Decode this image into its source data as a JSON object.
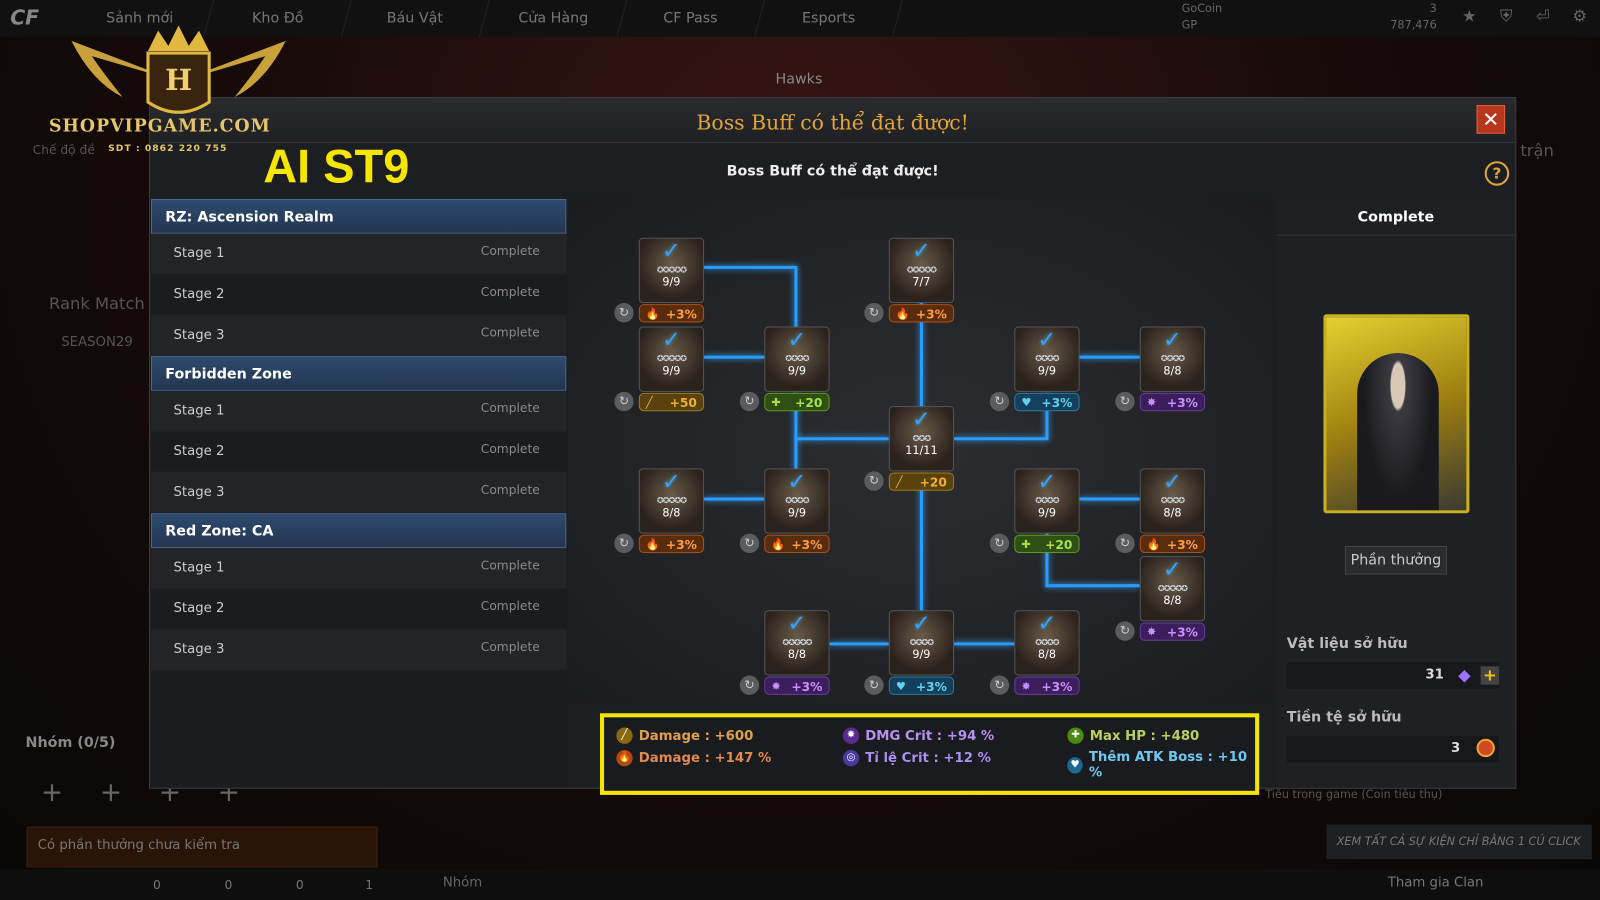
{
  "topnav": {
    "logo": "CF",
    "tabs": [
      "Sảnh mới",
      "Kho Đồ",
      "Báu Vật",
      "Cửa Hàng",
      "CF Pass",
      "Esports"
    ],
    "currency": [
      {
        "label": "GoCoin",
        "value": "3"
      },
      {
        "label": "GP",
        "value": "787,476"
      }
    ]
  },
  "watermark": {
    "site": "SHOPVIPGAME.COM",
    "phone": "SDT : 0862 220 755",
    "overlay": "AI ST9",
    "logo_letter": "H"
  },
  "background": {
    "hawks": "Hawks",
    "mode": "Chế độ đề",
    "rank": "Rank Match",
    "season": "SEASON29",
    "group": "Nhóm (0/5)",
    "reward_notice": "Có phần thưởng chưa kiểm tra",
    "event_banner": "XEM TẤT CẢ SỰ KIỆN CHỈ BẰNG 1 CÚ CLICK",
    "join_clan": "Tham gia Clan",
    "tran": "trận",
    "coin_note": "Tiêu trong game (Coin tiêu thụ)",
    "bottom_group": "Nhóm"
  },
  "modal": {
    "title": "Boss Buff có thể đạt được!",
    "subtitle": "Boss Buff có thể đạt được!",
    "close": "✕",
    "help": "?"
  },
  "groups": [
    {
      "name": "RZ: Ascension Realm",
      "stages": [
        {
          "label": "Stage 1",
          "status": "Complete"
        },
        {
          "label": "Stage 2",
          "status": "Complete"
        },
        {
          "label": "Stage 3",
          "status": "Complete"
        }
      ]
    },
    {
      "name": "Forbidden Zone",
      "stages": [
        {
          "label": "Stage 1",
          "status": "Complete"
        },
        {
          "label": "Stage 2",
          "status": "Complete"
        },
        {
          "label": "Stage 3",
          "status": "Complete"
        }
      ]
    },
    {
      "name": "Red Zone: CA",
      "stages": [
        {
          "label": "Stage 1",
          "status": "Complete"
        },
        {
          "label": "Stage 2",
          "status": "Complete"
        },
        {
          "label": "Stage 3",
          "status": "Complete"
        }
      ]
    }
  ],
  "nodes": [
    {
      "count": "9/9",
      "stars": 5,
      "type": "fire",
      "buff": "+3%"
    },
    {
      "count": "7/7",
      "stars": 5,
      "type": "fire",
      "buff": "+3%"
    },
    {
      "count": "9/9",
      "stars": 5,
      "type": "rifle",
      "buff": "+50"
    },
    {
      "count": "9/9",
      "stars": 4,
      "type": "hp",
      "buff": "+20"
    },
    {
      "count": "9/9",
      "stars": 4,
      "type": "boss",
      "buff": "+3%"
    },
    {
      "count": "8/8",
      "stars": 4,
      "type": "crit",
      "buff": "+3%"
    },
    {
      "count": "11/11",
      "stars": 3,
      "type": "rifle",
      "buff": "+20"
    },
    {
      "count": "8/8",
      "stars": 5,
      "type": "fire",
      "buff": "+3%"
    },
    {
      "count": "9/9",
      "stars": 4,
      "type": "fire",
      "buff": "+3%"
    },
    {
      "count": "9/9",
      "stars": 4,
      "type": "hp",
      "buff": "+20"
    },
    {
      "count": "8/8",
      "stars": 4,
      "type": "fire",
      "buff": "+3%"
    },
    {
      "count": "8/8",
      "stars": 5,
      "type": "crit",
      "buff": "+3%"
    },
    {
      "count": "8/8",
      "stars": 5,
      "type": "crit",
      "buff": "+3%"
    },
    {
      "count": "9/9",
      "stars": 4,
      "type": "boss",
      "buff": "+3%"
    },
    {
      "count": "8/8",
      "stars": 4,
      "type": "crit",
      "buff": "+3%"
    }
  ],
  "summary": [
    {
      "label": "Damage : +600",
      "type": "rifle",
      "color": "#e0a050"
    },
    {
      "label": "Damage : +147 %",
      "type": "fire",
      "color": "#e08a50"
    },
    {
      "label": "DMG Crit : +94 %",
      "type": "crit",
      "color": "#b890f0"
    },
    {
      "label": "Tỉ lệ Crit : +12 %",
      "type": "critrate",
      "color": "#a890f0"
    },
    {
      "label": "Max HP : +480",
      "type": "hp",
      "color": "#b8d060"
    },
    {
      "label": "Thêm ATK Boss : +10 %",
      "type": "boss",
      "color": "#70c8f0"
    }
  ],
  "right": {
    "header": "Complete",
    "reward_button": "Phần thưởng",
    "materials_label": "Vật liệu sở hữu",
    "materials_value": "31",
    "currency_label": "Tiền tệ sở hữu",
    "currency_value": "3"
  },
  "bottombar": {
    "values": [
      "0",
      "0",
      "0",
      "1"
    ]
  }
}
